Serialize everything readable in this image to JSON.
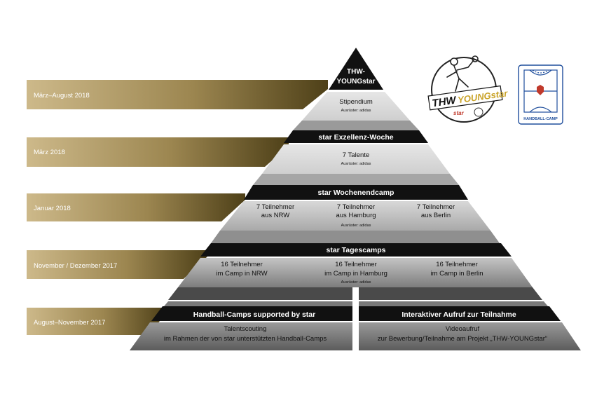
{
  "timeline": [
    {
      "label": "März–August 2018"
    },
    {
      "label": "März 2018"
    },
    {
      "label": "Januar 2018"
    },
    {
      "label": "November / Dezember 2017"
    },
    {
      "label": "August–November 2017"
    }
  ],
  "colors": {
    "gold_dark": "#5b4b22",
    "gold_light": "#cdb98a",
    "black_band": "#111111",
    "tier_light": "#dcdcdc",
    "tier_dark": "#4a4a4a"
  },
  "pyramid": {
    "top": {
      "title_line1": "THW-",
      "title_line2": "YOUNGstar",
      "subtitle": "Stipendium",
      "note": "Ausrüster: adidas"
    },
    "level2": {
      "header": "star Exzellenz-Woche",
      "text": "7 Talente",
      "note": "Ausrüster: adidas"
    },
    "level3": {
      "header": "star Wochenendcamp",
      "items": [
        {
          "line1": "7 Teilnehmer",
          "line2": "aus NRW"
        },
        {
          "line1": "7 Teilnehmer",
          "line2": "aus Hamburg"
        },
        {
          "line1": "7 Teilnehmer",
          "line2": "aus Berlin"
        }
      ],
      "note": "Ausrüster: adidas"
    },
    "level4": {
      "header": "star Tagescamps",
      "items": [
        {
          "line1": "16 Teilnehmer",
          "line2": "im Camp in NRW"
        },
        {
          "line1": "16 Teilnehmer",
          "line2": "im Camp in Hamburg"
        },
        {
          "line1": "16 Teilnehmer",
          "line2": "im Camp in Berlin"
        }
      ],
      "note": "Ausrüster: adidas"
    },
    "level5": {
      "left": {
        "header": "Handball-Camps supported by star",
        "line1": "Talentscouting",
        "line2": "im Rahmen der von star unterstützten Handball-Camps"
      },
      "right": {
        "header": "Interaktiver Aufruf zur Teilnahme",
        "line1": "Videoaufruf",
        "line2": "zur Bewerbung/Teilnahme am Projekt „THW-YOUNGstar“"
      }
    }
  },
  "logos": {
    "thw_wordmark_left": "THW",
    "thw_wordmark_right": "YOUNGstar",
    "thw_sub": "star",
    "camp_label": "HANDBALL-CAMP"
  }
}
